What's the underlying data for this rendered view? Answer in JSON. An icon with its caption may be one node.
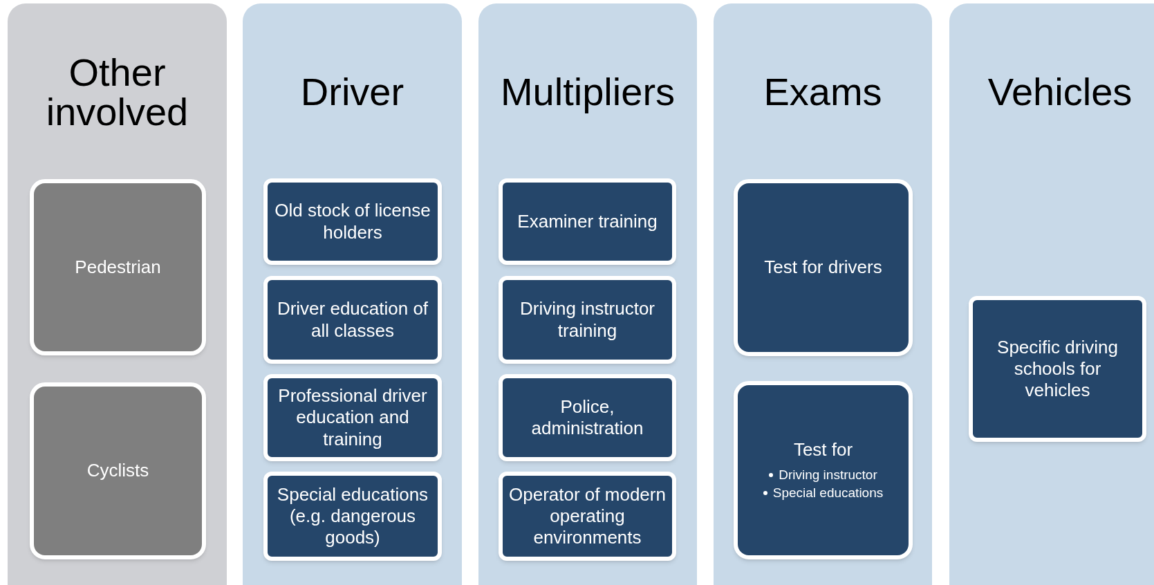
{
  "diagram": {
    "nodes": [
      {
        "text": [
          "Other involved"
        ]
      },
      {
        "text": [
          "Pedestrian"
        ],
        "in": 0
      },
      {
        "text": [
          "Cyclists"
        ],
        "in": 0
      },
      {
        "text": [
          "Driver"
        ]
      },
      {
        "text": [
          "Old stock of license holders"
        ],
        "in": 3
      },
      {
        "text": [
          "Driver education of all classes"
        ],
        "in": 3
      },
      {
        "text": [
          "Professional driver education and training"
        ],
        "in": 3
      },
      {
        "text": [
          "Special educations (e.g. dangerous goods)"
        ],
        "in": 3
      },
      {
        "text": [
          "Multipliers"
        ]
      },
      {
        "text": [
          "Examiner training"
        ],
        "in": 8
      },
      {
        "text": [
          "Driving instructor training"
        ],
        "in": 8
      },
      {
        "text": [
          "Police, administration"
        ],
        "in": 8
      },
      {
        "text": [
          "Operator of modern operating environments"
        ],
        "in": 8
      },
      {
        "text": [
          "Exams"
        ]
      },
      {
        "text": [
          "Test for drivers"
        ],
        "in": 13
      },
      {
        "text": [
          "Test for",
          "Driving instructor",
          "Special educations"
        ],
        "in": 13
      },
      {
        "text": [
          "Vehicles"
        ]
      },
      {
        "text": [
          "Specific driving schools for vehicles"
        ],
        "in": 16
      }
    ]
  }
}
